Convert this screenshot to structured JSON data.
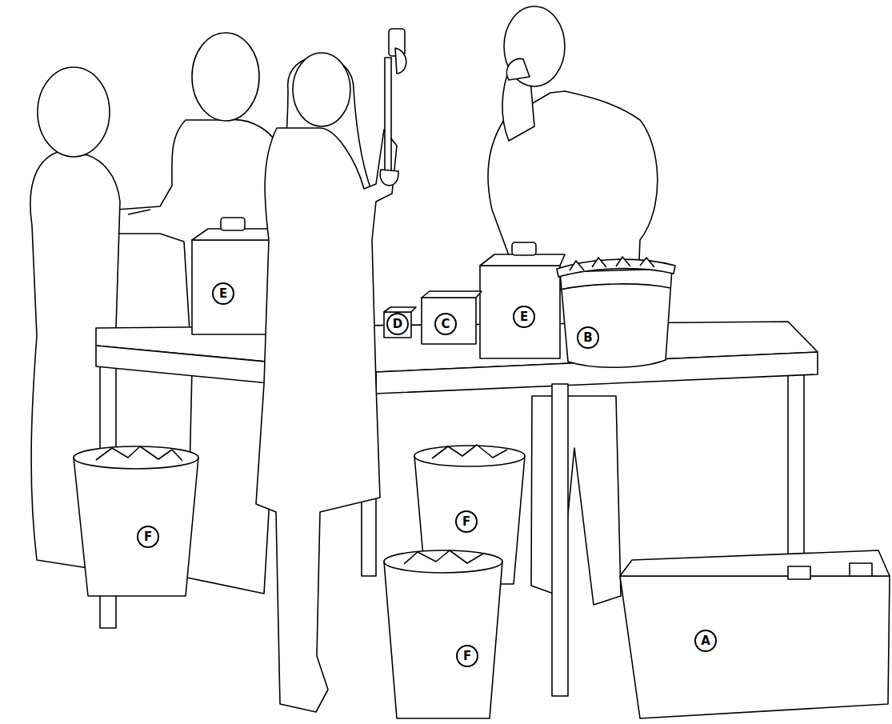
{
  "diagram": {
    "nodes": [
      {
        "text": [
          "E"
        ]
      },
      {
        "text": [
          "D"
        ]
      },
      {
        "text": [
          "C"
        ]
      },
      {
        "text": [
          "E"
        ]
      },
      {
        "text": [
          "B"
        ]
      },
      {
        "text": [
          "F"
        ]
      },
      {
        "text": [
          "F"
        ]
      },
      {
        "text": [
          "F"
        ]
      },
      {
        "text": [
          "A"
        ]
      }
    ]
  }
}
